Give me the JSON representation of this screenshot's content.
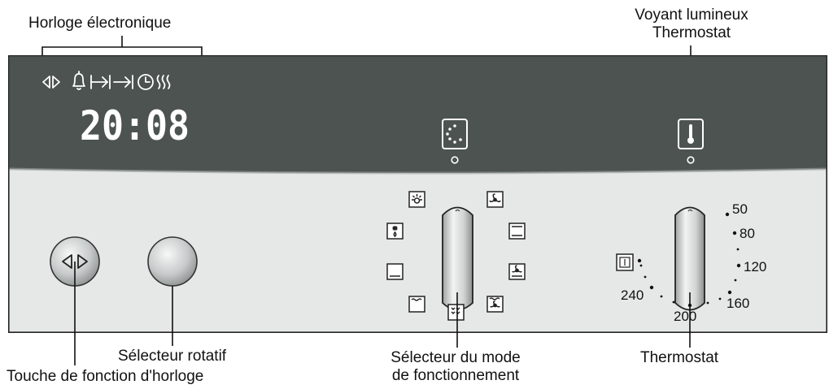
{
  "labels": {
    "clock": "Horloge électronique",
    "indicator_line1": "Voyant lumineux",
    "indicator_line2": "Thermostat",
    "rotary_selector": "Sélecteur rotatif",
    "clock_button": "Touche de fonction d'horloge",
    "mode_selector_line1": "Sélecteur du mode",
    "mode_selector_line2": "de fonctionnement",
    "thermostat": "Thermostat"
  },
  "clock": {
    "time": "20:08",
    "icons": [
      "arrows-icon",
      "bell-icon",
      "duration-icon",
      "end-time-icon",
      "clock-icon",
      "heat-icon"
    ]
  },
  "thermostat_scale": [
    "50",
    "80",
    "120",
    "160",
    "200",
    "240"
  ],
  "colors": {
    "panel_top": "#4c5351",
    "panel_bottom": "#e6e8e7",
    "display": "#ffffff"
  }
}
